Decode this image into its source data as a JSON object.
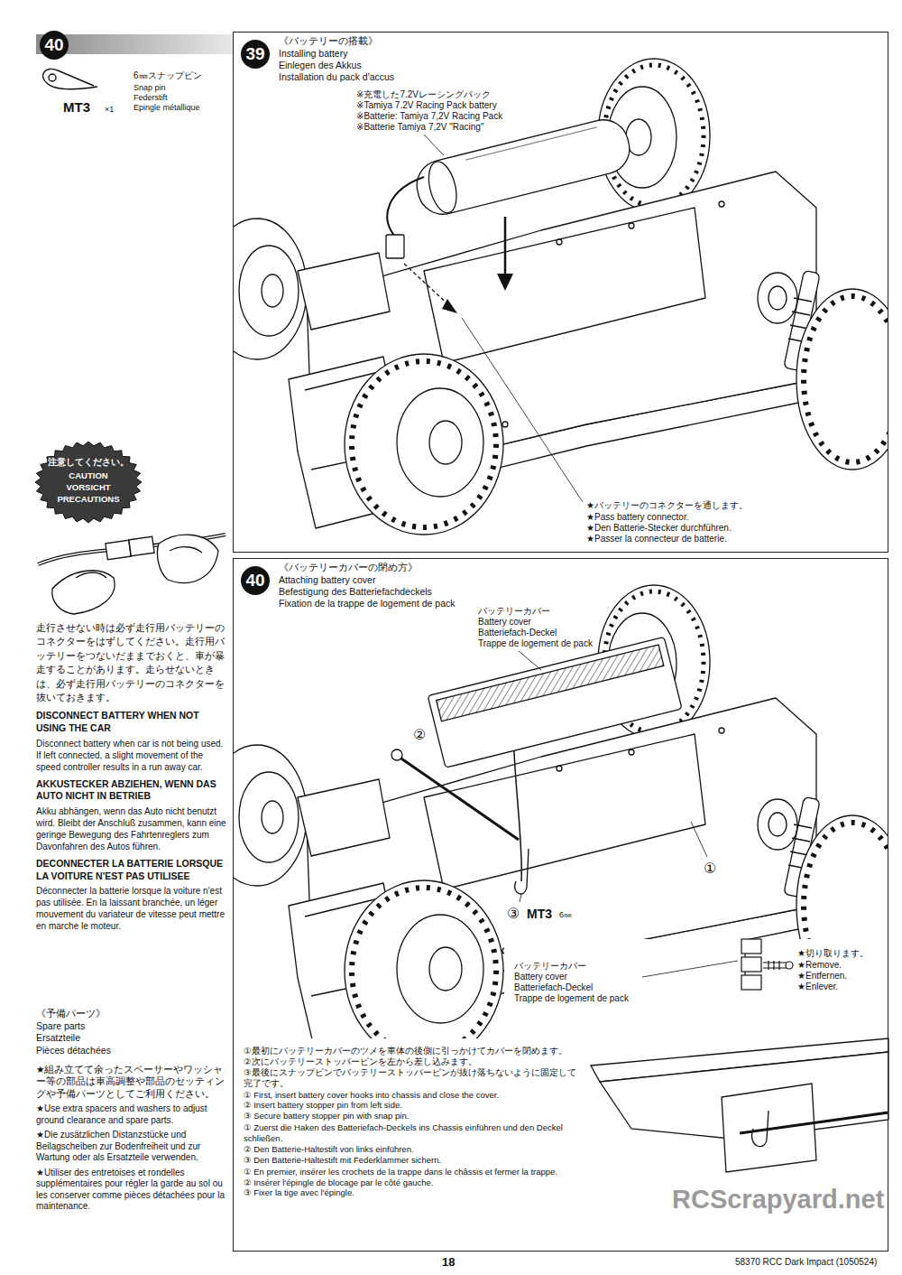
{
  "diagram": {
    "nodes": [
      {
        "text": [
          "40",
          "6㎜スナップピン",
          "Snap pin",
          "Federstift",
          "Epingle métallique",
          "MT3",
          "×1"
        ]
      },
      {
        "text": [
          "注意してください。",
          "CAUTION",
          "VORSICHT",
          "PRECAUTIONS"
        ]
      },
      {
        "text": [
          "39",
          "《バッテリーの搭載》",
          "Installing battery",
          "Einlegen des Akkus",
          "Installation du pack d'accus"
        ]
      },
      {
        "text": [
          "40",
          "《バッテリーカバーの閉め方》",
          "Attaching battery cover",
          "Befestigung des Batteriefachdeckels",
          "Fixation de la trappe de logement de pack"
        ]
      }
    ],
    "labels": [
      "※充電した7.2Vレーシングパック",
      "※Tamiya 7.2V Racing Pack battery",
      "※Batterie: Tamiya 7,2V Racing Pack",
      "※Batterie Tamiya 7,2V \"Racing\"",
      "★バッテリーのコネクターを通します。",
      "★Pass battery connector.",
      "★Den Batterie-Stecker durchführen.",
      "★Passer la connecteur de batterie.",
      "走行させない時は必ず走行用バッテリーのコネクターをはずしてください。走行用バッテリーをつないだままでおくと、車が暴走することがあります。走らせないときは、必ず走行用バッテリーのコネクターを抜いておきます。",
      "DISCONNECT BATTERY WHEN NOT USING THE CAR",
      "Disconnect battery when car is not being used. If left connected, a slight movement of the speed controller results in a run away car.",
      "AKKUSTECKER ABZIEHEN, WENN DAS AUTO NICHT IN BETRIEB",
      "Akku abhängen, wenn das Auto nicht benutzt wird. Bleibt der Anschluß zusammen, kann eine geringe Bewegung des Fahrtenreglers zum Davonfahren des Autos führen.",
      "DECONNECTER LA BATTERIE LORSQUE LA VOITURE N'EST PAS UTILISEE",
      "Déconnecter la batterie lorsque la voiture n'est pas utilisée. En la laissant branchée, un léger mouvement du variateur de vitesse peut mettre en marche le moteur.",
      "《予備パーツ》",
      "Spare parts",
      "Ersatzteile",
      "Pièces détachées",
      "★組み立てて余ったスペーサーやワッシャー等の部品は車高調整や部品のセッティングや予備パーツとしてご利用ください。",
      "★Use extra spacers and washers to adjust ground clearance and spare parts.",
      "★Die zusätzlichen Distanzstücke und Beilagscheiben zur Bodenfreiheit und zur Wartung oder als Ersatzteile verwenden.",
      "★Utiliser des entretoises et rondelles supplémentaires pour régler la garde au sol ou les conserver comme pièces détachées pour la maintenance.",
      "バッテリーカバー",
      "Battery cover",
      "Batteriefach-Deckel",
      "Trappe de logement de pack",
      "②",
      "③",
      "MT3",
      "6㎜",
      "①",
      "バッテリーカバー",
      "Battery cover",
      "Batteriefach-Deckel",
      "Trappe de logement de pack",
      "★切り取ります。",
      "★Remove.",
      "★Entfernen.",
      "★Enlever.",
      "①最初にバッテリーカバーのツメを車体の後側に引っかけてカバーを閉めます。",
      "②次にバッテリーストッパーピンを左から差し込みます。",
      "③最後にスナップピンでバッテリーストッパーピンが抜け落ちないように固定して完了です。",
      "① First, insert battery cover hooks into chassis and close the cover.",
      "② Insert battery stopper pin from left side.",
      "③ Secure battery stopper pin with snap pin.",
      "① Zuerst die Haken des Batteriefach-Deckels ins Chassis einführen und den Deckel schließen.",
      "② Den Batterie-Haltestift von links einführen.",
      "③ Den Batterie-Haltestift mit Federklammer sichern.",
      "① En premier, insérer les crochets de la trappe dans le châssis et fermer la trappe.",
      "② Insérer l'épingle de blocage par le côté gauche.",
      "③ Fixer la tige avec l'épingle.",
      "18",
      "58370 RCC Dark Impact (1050524)",
      "RCScrapyard.net"
    ]
  }
}
